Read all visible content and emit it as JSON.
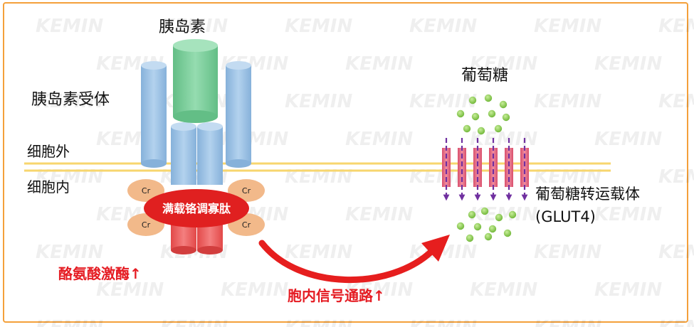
{
  "labels": {
    "insulin": "胰岛素",
    "insulin_receptor": "胰岛素受体",
    "extracellular": "细胞外",
    "intracellular": "细胞内",
    "chromium_peptide": "满载铬调寡肽",
    "chromium_symbol": "Cr",
    "tyrosine_kinase": "酪氨酸激酶↑",
    "signaling_pathway": "胞内信号通路↑",
    "glucose": "葡萄糖",
    "glut4_name": "葡萄糖转运载体",
    "glut4_abbr": "(GLUT4)"
  },
  "watermark": "KEMIN",
  "colors": {
    "frame": "#f4a03a",
    "membrane": "#f7d66e",
    "receptor_blue": "#9dc3e6",
    "insulin_green": "#7fce9e",
    "kinase_red": "#ef5d5d",
    "peptide_red": "#e02020",
    "chromium_tan": "#f2b98a",
    "arrow_red": "#e61e1e",
    "transporter_pink": "#ea6b86",
    "transport_arrow_purple": "#7030a0",
    "glucose_green": "#8fd14f",
    "accent_text_red": "#e51c23"
  }
}
